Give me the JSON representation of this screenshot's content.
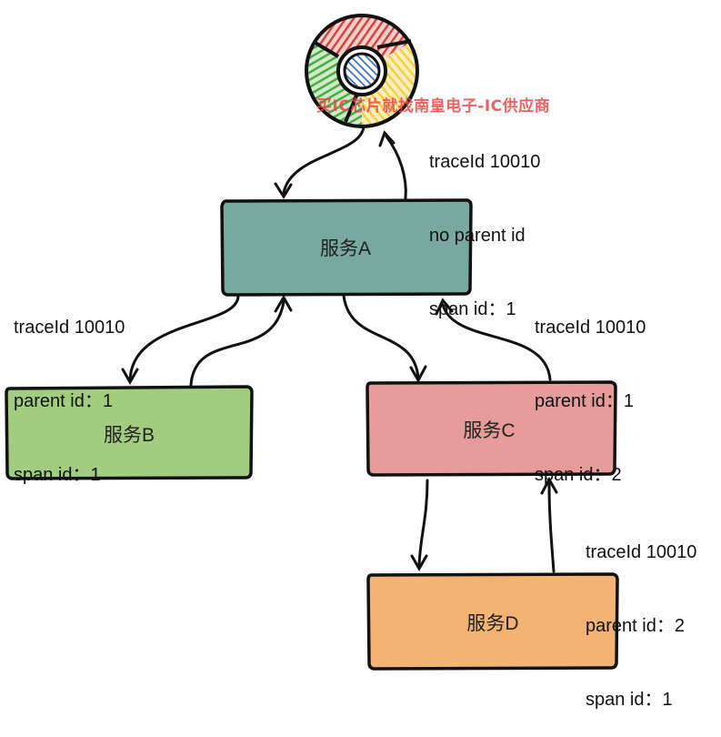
{
  "colors": {
    "service_a": "#78a99f",
    "service_b": "#a2cc7e",
    "service_c": "#e59c9a",
    "service_d": "#f2b373",
    "stroke": "#111111",
    "chrome_red": "#d6453d",
    "chrome_yellow": "#f6cf43",
    "chrome_green": "#4caa44",
    "chrome_blue": "#3a6fc0"
  },
  "client": {
    "icon": "chrome-browser-icon"
  },
  "watermark": "买IC芯片就找南皇电子-IC供应商",
  "services": {
    "a": "服务A",
    "b": "服务B",
    "c": "服务C",
    "d": "服务D"
  },
  "spans": {
    "client_to_a": {
      "trace": "traceId 10010",
      "parent": "no parent id",
      "span": "span id：1"
    },
    "a_to_b": {
      "trace": "traceId 10010",
      "parent": "parent id：1",
      "span": "span id：1"
    },
    "a_to_c": {
      "trace": "traceId 10010",
      "parent": "parent id：1",
      "span": "span id：2"
    },
    "c_to_d": {
      "trace": "traceId 10010",
      "parent": "parent id：2",
      "span": "span id：1"
    }
  }
}
